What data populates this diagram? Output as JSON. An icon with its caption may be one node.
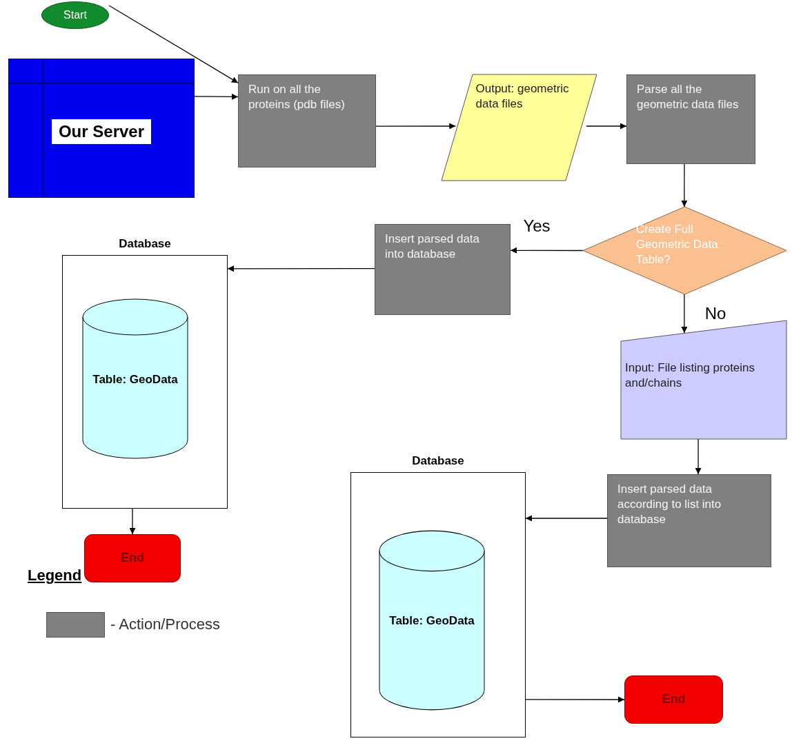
{
  "diagram": {
    "nodes": [
      {
        "text": [
          "Start"
        ]
      },
      {
        "text": [
          "Our Server"
        ]
      },
      {
        "text": [
          "Run on all the proteins (pdb files)"
        ]
      },
      {
        "text": [
          "Output: geometric data files"
        ]
      },
      {
        "text": [
          "Parse all the geometric data files"
        ]
      },
      {
        "text": [
          "Create Full Geometric Data Table?"
        ]
      },
      {
        "text": [
          "Insert parsed data into database"
        ]
      },
      {
        "text": [
          "Database"
        ]
      },
      {
        "text": [
          "Table: GeoData"
        ],
        "in": 7
      },
      {
        "text": [
          "End"
        ]
      },
      {
        "text": [
          "Input: File listing proteins and/chains"
        ]
      },
      {
        "text": [
          "Insert parsed data according to list into database"
        ]
      },
      {
        "text": [
          "Database"
        ]
      },
      {
        "text": [
          "Table: GeoData"
        ],
        "in": 12
      },
      {
        "text": [
          "End"
        ]
      }
    ],
    "edges": [
      {
        "from": 0,
        "to": 2,
        "arrow": "to"
      },
      {
        "from": 1,
        "to": 2,
        "arrow": "to"
      },
      {
        "from": 2,
        "to": 3,
        "arrow": "to"
      },
      {
        "from": 3,
        "to": 4,
        "arrow": "to"
      },
      {
        "from": 4,
        "to": 5,
        "arrow": "to"
      },
      {
        "from": 5,
        "to": 6,
        "arrow": "to",
        "label": "Yes"
      },
      {
        "from": 6,
        "to": 7,
        "arrow": "to"
      },
      {
        "from": 7,
        "to": 9,
        "arrow": "to"
      },
      {
        "from": 5,
        "to": 10,
        "arrow": "to",
        "label": "No"
      },
      {
        "from": 10,
        "to": 11,
        "arrow": "to"
      },
      {
        "from": 11,
        "to": 12,
        "arrow": "to"
      },
      {
        "from": 12,
        "to": 14,
        "arrow": "to"
      }
    ],
    "labels": [
      "Legend"
    ],
    "legend": [
      {
        "text": "- Action/Process",
        "color": "#808080"
      }
    ]
  }
}
